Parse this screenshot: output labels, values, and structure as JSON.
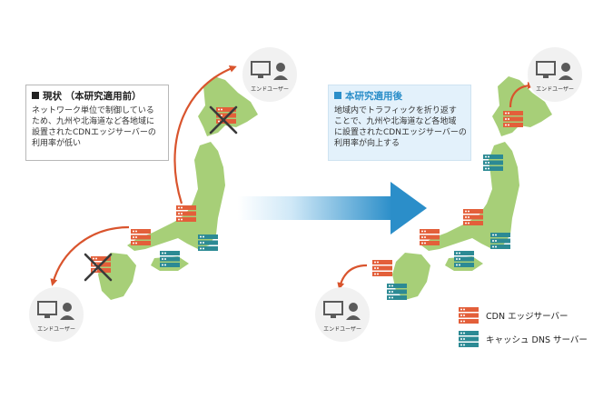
{
  "before": {
    "title": "現状 （本研究適用前）",
    "lines": [
      "ネットワーク単位で制御している",
      "ため、九州や北海道など各地域に",
      "設置されたCDNエッジサーバーの",
      "利用率が低い"
    ]
  },
  "after": {
    "title": "本研究適用後",
    "lines": [
      "地域内でトラフィックを折り返す",
      "ことで、九州や北海道など各地域",
      "に設置されたCDNエッジサーバーの",
      "利用率が向上する"
    ]
  },
  "end_user_label": "エンドユーザー",
  "legend": {
    "cdn": "CDN エッジサーバー",
    "dns": "キャッシュ DNS サーバー"
  },
  "colors": {
    "map_green": "#a7cf78",
    "cdn_red": "#e35f3a",
    "dns_teal": "#2c8a94",
    "arrow_red": "#d9542d",
    "arrow_blue": "#2b8ec9",
    "user_gray": "#5a5a5a"
  },
  "icons": [
    "cdn-server-icon",
    "dns-server-icon",
    "end-user-icon",
    "blocked-x-icon"
  ]
}
